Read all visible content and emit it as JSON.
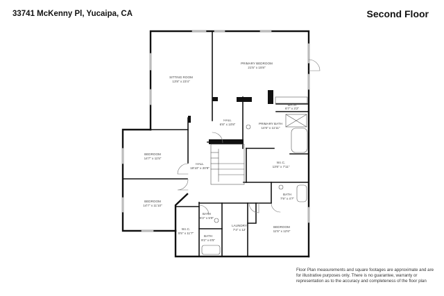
{
  "header": {
    "address": "33741 McKenny Pl, Yucaipa, CA",
    "floor_title": "Second Floor"
  },
  "rooms": [
    {
      "name": "SITTING ROOM",
      "dims": "13'8\" x 23'4\""
    },
    {
      "name": "PRIMARY BEDROOM",
      "dims": "21'5\" x 15'8\""
    },
    {
      "name": "BATH",
      "dims": "6'7\" x 3'2\""
    },
    {
      "name": "HALL",
      "dims": "6'8\" x 10'8\""
    },
    {
      "name": "PRIMARY BATH",
      "dims": "14'6\" x 11'11\""
    },
    {
      "name": "BEDROOM",
      "dims": "14'7\" x 11'5\""
    },
    {
      "name": "HALL",
      "dims": "18'10\" x 20'9\""
    },
    {
      "name": "W.I.C.",
      "dims": "13'6\" x 7'11\""
    },
    {
      "name": "BATH",
      "dims": "7'9\" x 4'7\""
    },
    {
      "name": "BEDROOM",
      "dims": "14'7\" x 11'10\""
    },
    {
      "name": "BATH",
      "dims": "5'2\" x 5'9\""
    },
    {
      "name": "LAUNDRY",
      "dims": "7'4\" x 12'"
    },
    {
      "name": "BEDROOM",
      "dims": "11'5\" x 12'6\""
    },
    {
      "name": "W.I.C.",
      "dims": "5'5\" x 11'7\""
    },
    {
      "name": "BATH",
      "dims": "9'2\" x 6'5\""
    }
  ],
  "disclaimer": "Floor Plan measurements and square footages are approximate and are for illustrative purposes only. There is no guarantee, warranty or representation as to the accuracy and completeness of the floor plan"
}
